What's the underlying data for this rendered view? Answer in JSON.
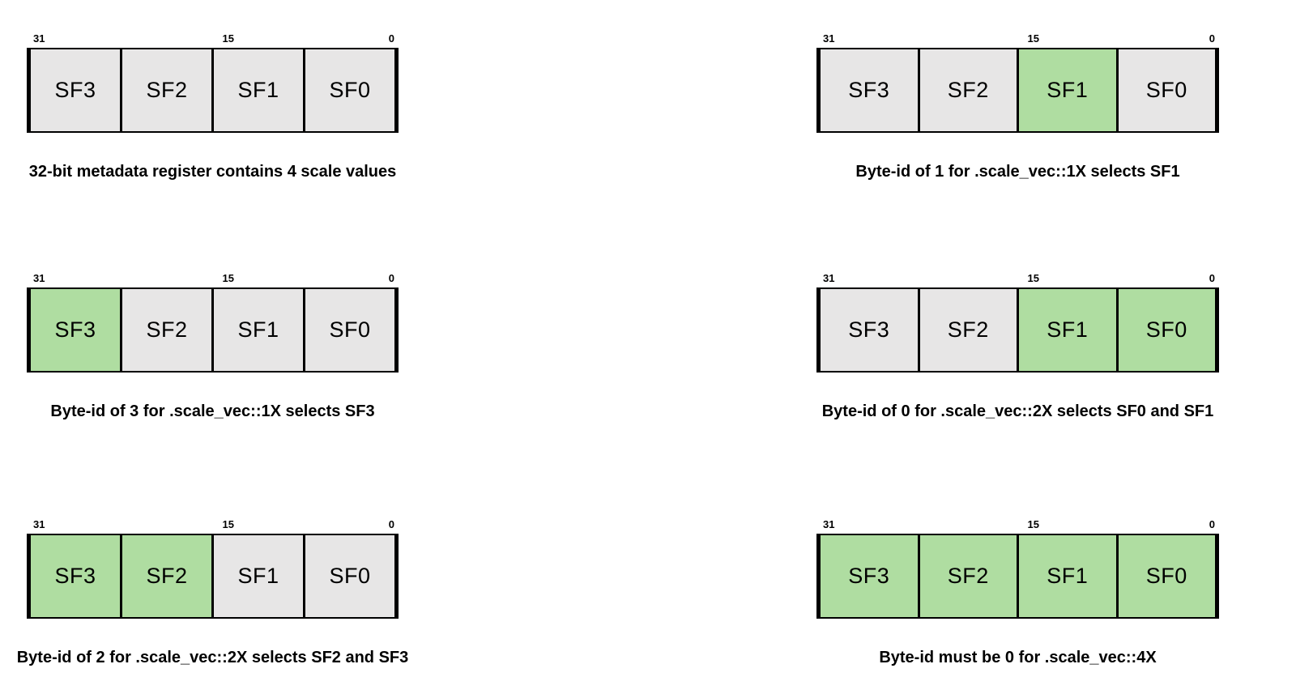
{
  "colors": {
    "background": "#ffffff",
    "cell_gray": "#e7e6e6",
    "cell_green": "#afdda1",
    "border": "#000000",
    "text": "#000000"
  },
  "bit_labels": [
    "31",
    "15",
    "0"
  ],
  "diagrams": [
    {
      "caption": "32-bit metadata register contains 4 scale values",
      "cells": [
        {
          "label": "SF3",
          "state": "normal"
        },
        {
          "label": "SF2",
          "state": "normal"
        },
        {
          "label": "SF1",
          "state": "normal"
        },
        {
          "label": "SF0",
          "state": "normal"
        }
      ]
    },
    {
      "caption": "Byte-id of 1 for .scale_vec::1X selects SF1",
      "cells": [
        {
          "label": "SF3",
          "state": "normal"
        },
        {
          "label": "SF2",
          "state": "normal"
        },
        {
          "label": "SF1",
          "state": "selected"
        },
        {
          "label": "SF0",
          "state": "normal"
        }
      ]
    },
    {
      "caption": "Byte-id of 3 for .scale_vec::1X selects SF3",
      "cells": [
        {
          "label": "SF3",
          "state": "selected"
        },
        {
          "label": "SF2",
          "state": "normal"
        },
        {
          "label": "SF1",
          "state": "normal"
        },
        {
          "label": "SF0",
          "state": "normal"
        }
      ]
    },
    {
      "caption": "Byte-id of 0 for .scale_vec::2X selects SF0 and SF1",
      "cells": [
        {
          "label": "SF3",
          "state": "normal"
        },
        {
          "label": "SF2",
          "state": "normal"
        },
        {
          "label": "SF1",
          "state": "selected"
        },
        {
          "label": "SF0",
          "state": "selected"
        }
      ]
    },
    {
      "caption": "Byte-id of 2 for .scale_vec::2X selects SF2 and SF3",
      "cells": [
        {
          "label": "SF3",
          "state": "selected"
        },
        {
          "label": "SF2",
          "state": "selected"
        },
        {
          "label": "SF1",
          "state": "normal"
        },
        {
          "label": "SF0",
          "state": "normal"
        }
      ]
    },
    {
      "caption": "Byte-id must be 0 for .scale_vec::4X",
      "cells": [
        {
          "label": "SF3",
          "state": "selected"
        },
        {
          "label": "SF2",
          "state": "selected"
        },
        {
          "label": "SF1",
          "state": "selected"
        },
        {
          "label": "SF0",
          "state": "selected"
        }
      ]
    }
  ]
}
